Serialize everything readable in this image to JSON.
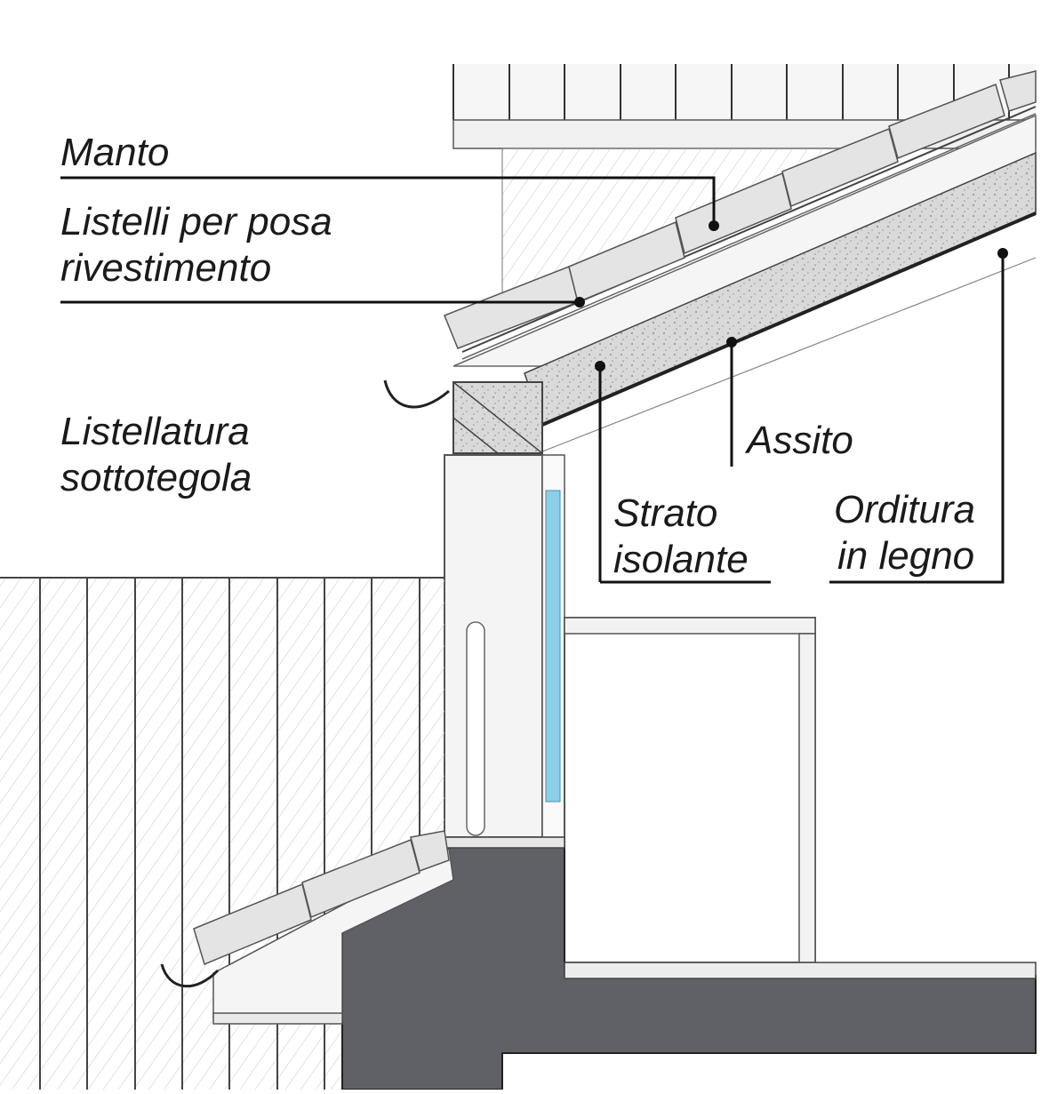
{
  "labels": {
    "manto": "Manto",
    "listelli_line1": "Listelli per posa",
    "listelli_line2": "rivestimento",
    "listellatura_line1": "Listellatura",
    "listellatura_line2": "sottotegola",
    "assito": "Assito",
    "strato_line1": "Strato",
    "strato_line2": "isolante",
    "orditura_line1": "Orditura",
    "orditura_line2": "in legno"
  },
  "colors": {
    "line": "#1a1a1a",
    "hatch": "#c9c9c9",
    "panel": "#f3f3f3",
    "insulation": "#d7d7d7",
    "concrete": "#5f6166",
    "glass": "#8ccfe6",
    "tile": "#e6e6e6"
  }
}
